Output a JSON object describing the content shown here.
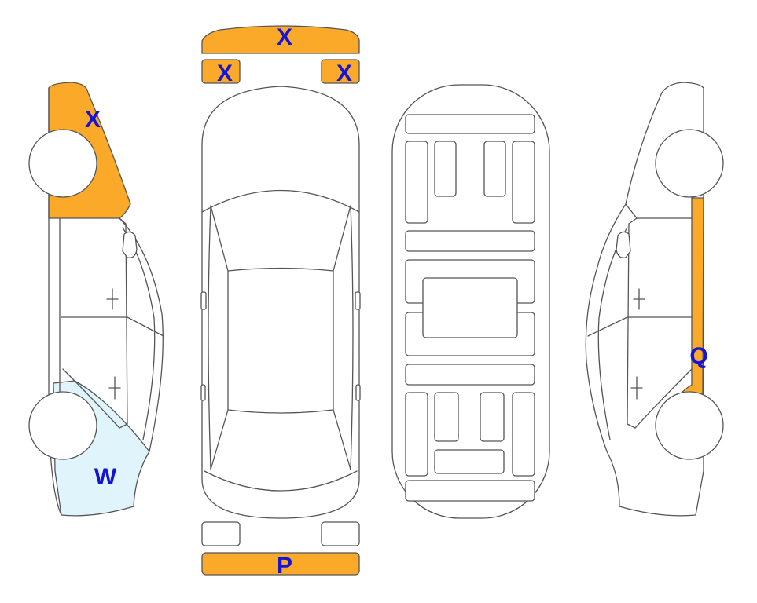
{
  "colors": {
    "scratch": "#FBA929",
    "cleaned": "#E0F4FB",
    "label": "#1414D6",
    "outline": "#555555"
  },
  "markers": {
    "top_bumper": "X",
    "top_left_lamp": "X",
    "top_right_lamp": "X",
    "left_front": "X",
    "left_rear": "W",
    "right_sill": "Q",
    "bottom_bumper": "P"
  }
}
